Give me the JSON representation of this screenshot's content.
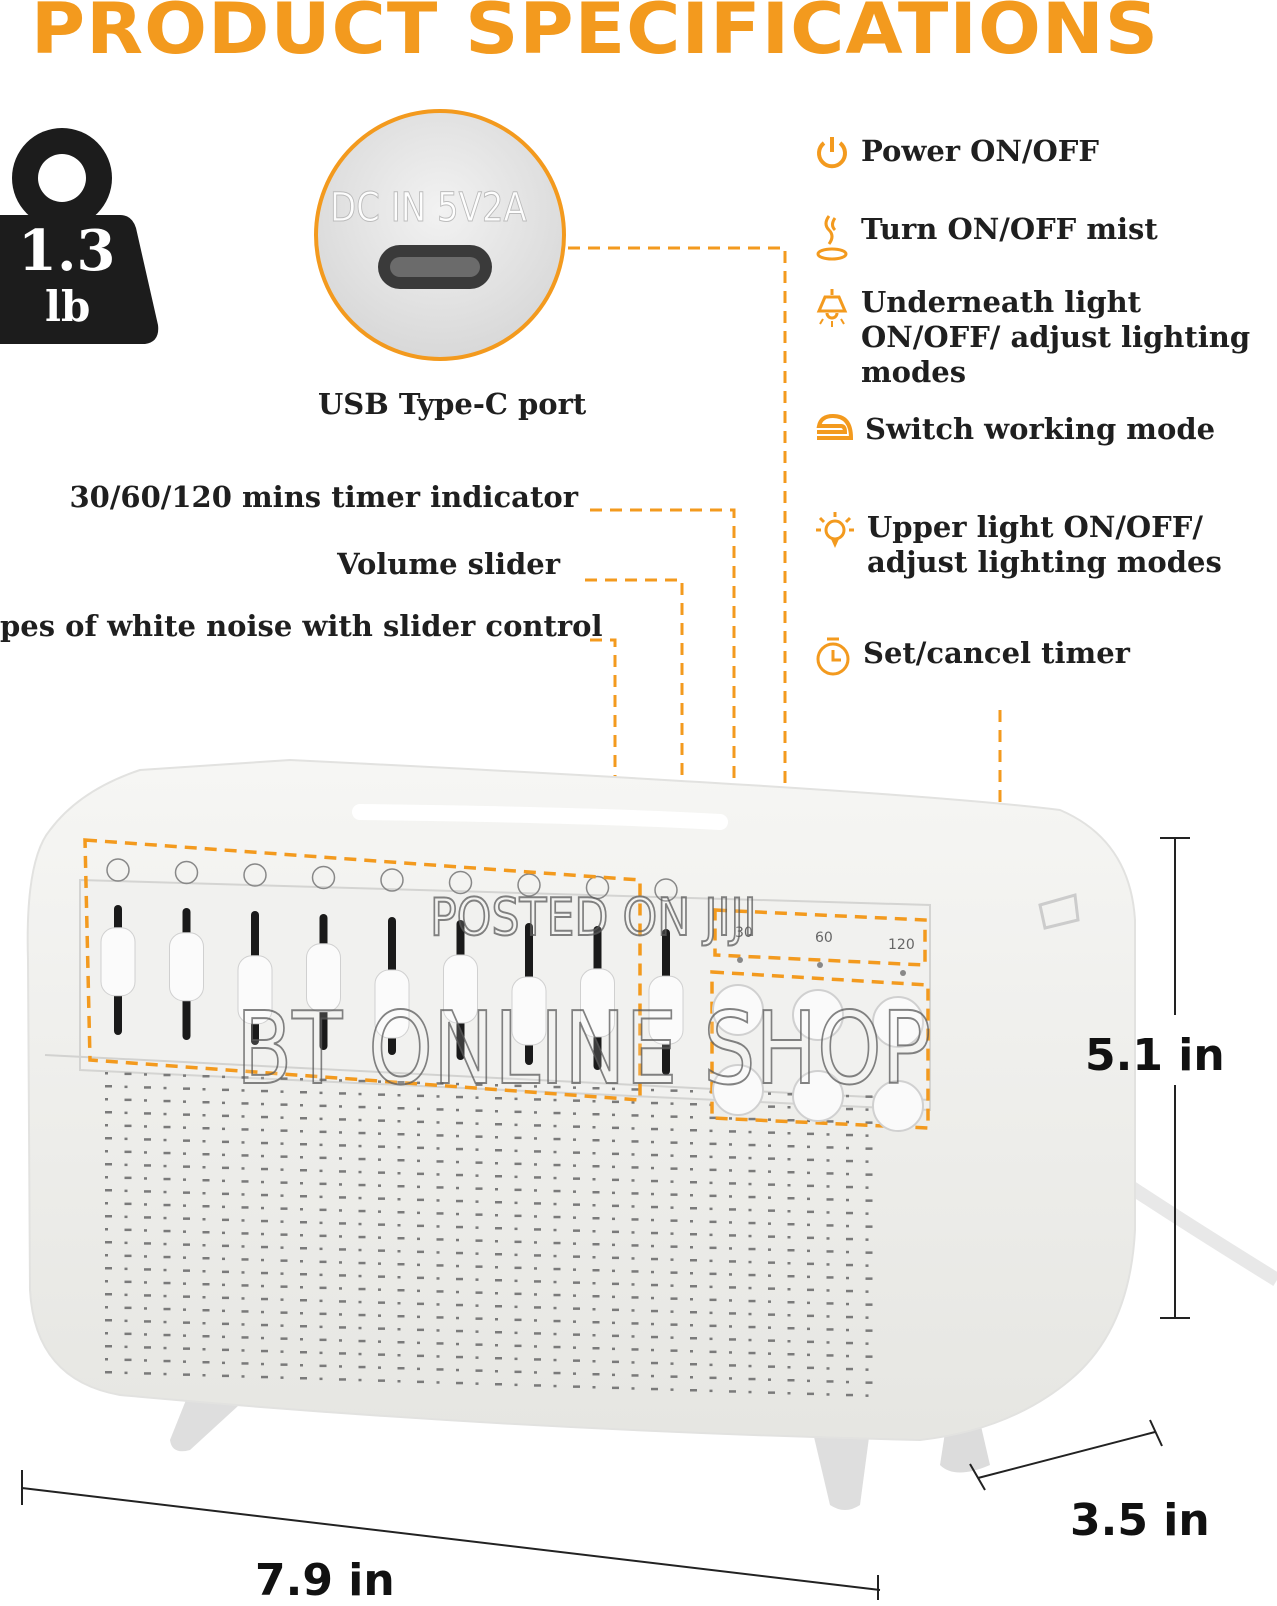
{
  "title": "PRODUCT SPECIFICATIONS",
  "accent_color": "#f39a1e",
  "weight": {
    "value": "1.3",
    "unit": "lb",
    "icon": "kettlebell-weight-icon"
  },
  "usb_port": {
    "label": "USB Type-C port",
    "embossed_text": "DC IN 5V2A"
  },
  "left_callouts": [
    {
      "label": "30/60/120 mins timer indicator"
    },
    {
      "label": "Volume slider"
    },
    {
      "label": "pes of white noise with slider control"
    }
  ],
  "features": [
    {
      "label": "Power ON/OFF",
      "icon": "power-icon"
    },
    {
      "label": "Turn ON/OFF mist",
      "icon": "mist-icon"
    },
    {
      "label": "Underneath light ON/OFF/ adjust lighting modes",
      "icon": "ceiling-lamp-icon"
    },
    {
      "label": "Switch working mode",
      "icon": "mode-switch-icon"
    },
    {
      "label": "Upper light ON/OFF/ adjust lighting modes",
      "icon": "bulb-icon"
    },
    {
      "label": "Set/cancel timer",
      "icon": "stopwatch-icon"
    }
  ],
  "device": {
    "timer_marks": [
      "30",
      "60",
      "120"
    ],
    "slider_levels": [
      0.62,
      0.6,
      0.3,
      0.55,
      0.22,
      0.5,
      0.25,
      0.42,
      0.38
    ]
  },
  "dimensions": {
    "height": "5.1 in",
    "depth": "3.5 in",
    "width": "7.9 in"
  },
  "watermarks": [
    "POSTED ON JIJI",
    "BT ONLINE SHOP"
  ]
}
